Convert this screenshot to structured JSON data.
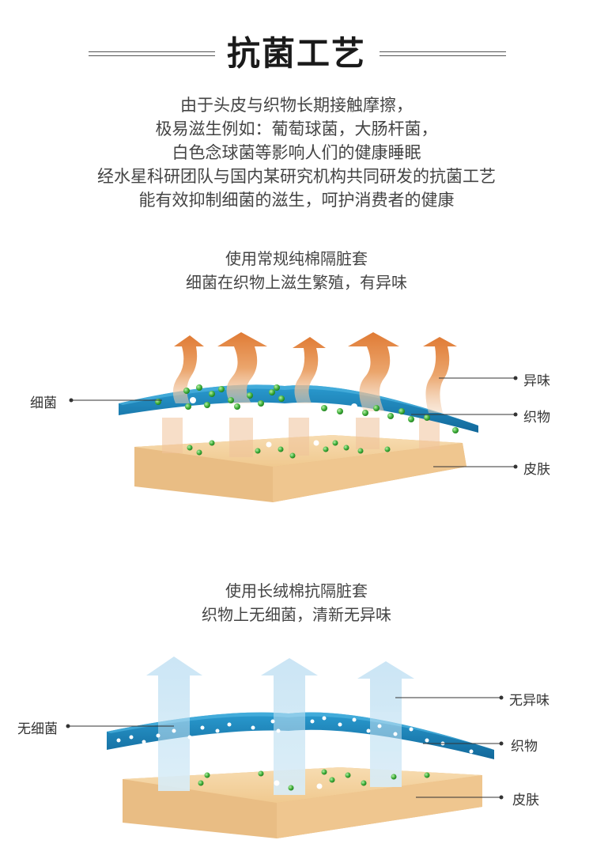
{
  "header": {
    "title": "抗菌工艺"
  },
  "intro": {
    "lines": [
      "由于头皮与织物长期接触摩擦，",
      "极易滋生例如：葡萄球菌，大肠杆菌，",
      "白色念球菌等影响人们的健康睡眠",
      "经水星科研团队与国内某研究机构共同研发的抗菌工艺",
      "能有效抑制细菌的滋生，呵护消费者的健康"
    ]
  },
  "section_regular": {
    "title_line1": "使用常规纯棉隔脏套",
    "title_line2": "细菌在织物上滋生繁殖，有异味",
    "labels": {
      "bacteria": "细菌",
      "odor": "异味",
      "fabric": "织物",
      "skin": "皮肤"
    }
  },
  "section_antibac": {
    "title_line1": "使用长绒棉抗隔脏套",
    "title_line2": "织物上无细菌，清新无异味",
    "labels": {
      "no_bacteria": "无细菌",
      "no_odor": "无异味",
      "fabric": "织物",
      "skin": "皮肤"
    }
  },
  "colors": {
    "fabric_blue": "#1a7fb5",
    "skin_tan": "#f0cf9e",
    "odor_orange": "#e58a45",
    "fresh_blue": "#bfe0f2",
    "bacteria_green": "#3fae3a"
  }
}
